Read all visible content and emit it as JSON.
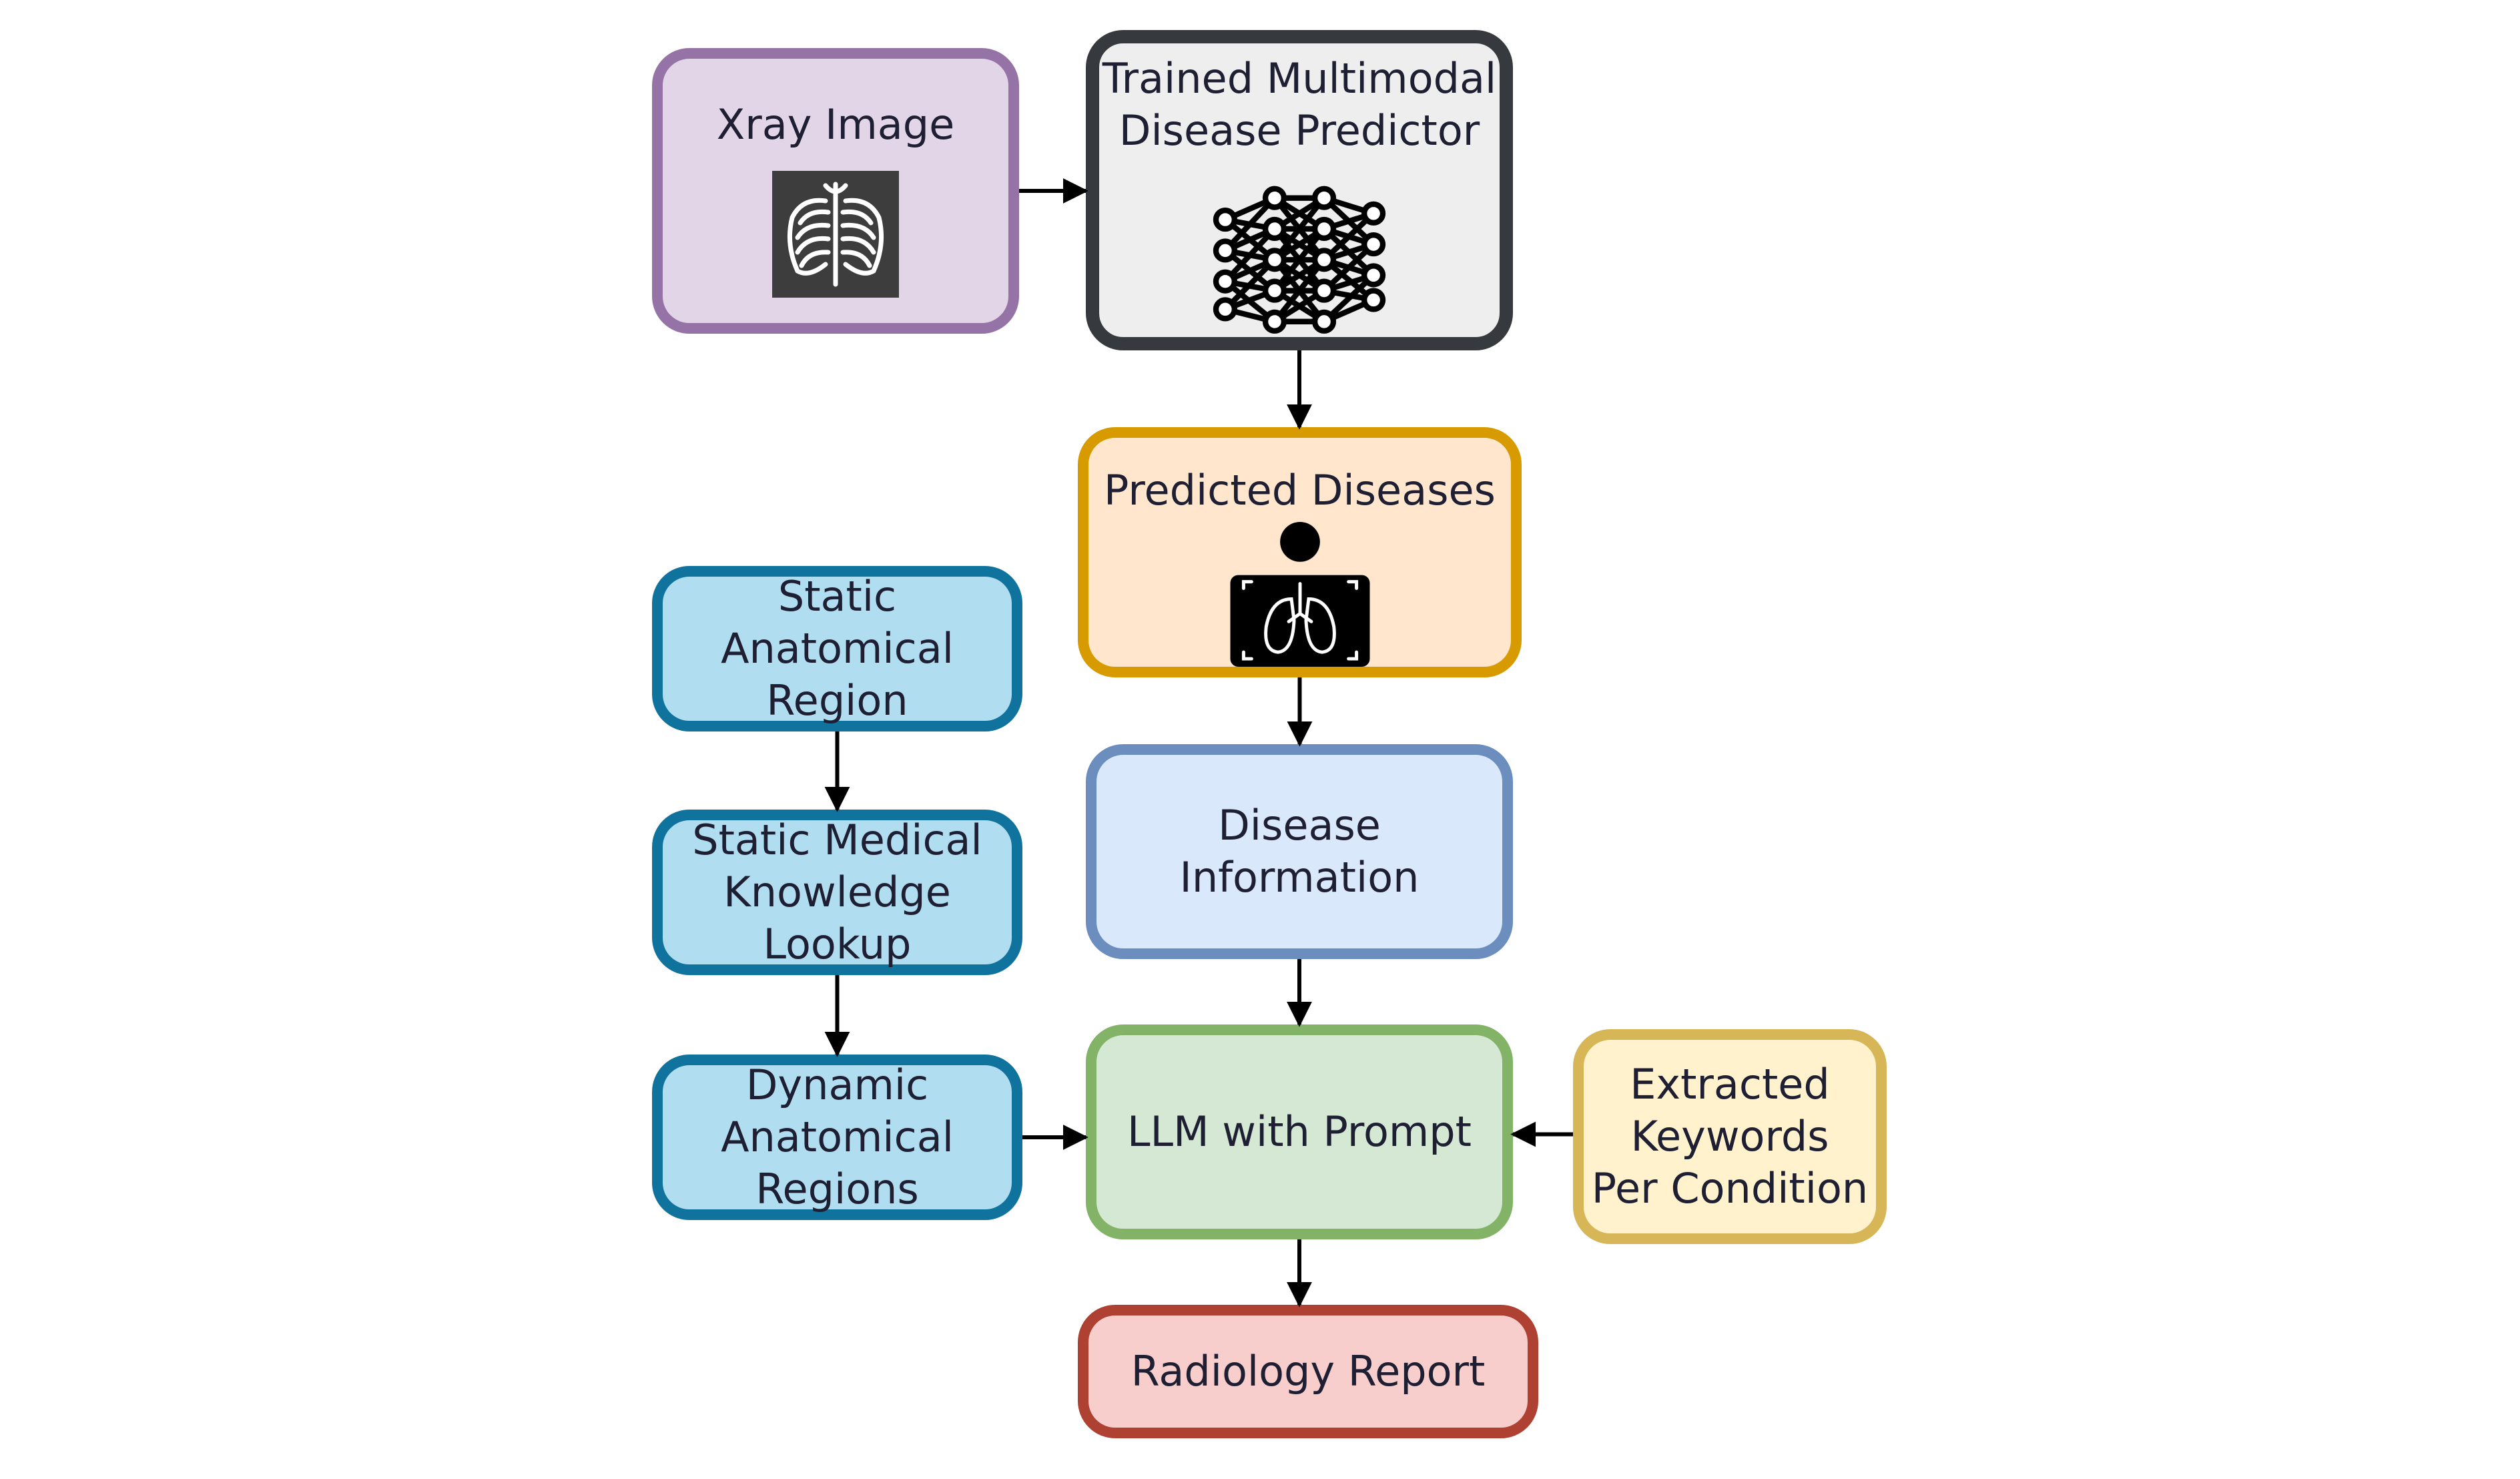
{
  "nodes": {
    "xray": {
      "label": "Xray Image",
      "icon": "chest-xray-icon",
      "fill": "#e1d5e7",
      "stroke": "#9673a6"
    },
    "predictor": {
      "label": "Trained Multimodal\nDisease Predictor",
      "icon": "neural-network-icon",
      "fill": "#eeeeee",
      "stroke": "#36393d"
    },
    "predicted": {
      "label": "Predicted Diseases",
      "icon": "patient-lung-xray-icon",
      "fill": "#ffe6cc",
      "stroke": "#d79b00"
    },
    "static_region": {
      "label": "Static Anatomical\nRegion",
      "fill": "#b1ddf0",
      "stroke": "#10739e"
    },
    "disease_info": {
      "label": "Disease Information",
      "fill": "#dae8fc",
      "stroke": "#6c8ebf"
    },
    "static_knowledge": {
      "label": "Static Medical\nKnowledge Lookup",
      "fill": "#b1ddf0",
      "stroke": "#10739e"
    },
    "dynamic_regions": {
      "label": "Dynamic\nAnatomical\nRegions",
      "fill": "#b1ddf0",
      "stroke": "#10739e"
    },
    "llm": {
      "label": "LLM with Prompt",
      "fill": "#d5e8d4",
      "stroke": "#82b366"
    },
    "keywords": {
      "label": "Extracted\nKeywords\nPer Condition",
      "fill": "#fff2cc",
      "stroke": "#d6b656"
    },
    "report": {
      "label": "Radiology Report",
      "fill": "#f8cecc",
      "stroke": "#ae4132"
    }
  },
  "edges": [
    {
      "from": "xray",
      "to": "predictor"
    },
    {
      "from": "predictor",
      "to": "predicted"
    },
    {
      "from": "predicted",
      "to": "disease_info"
    },
    {
      "from": "static_region",
      "to": "static_knowledge"
    },
    {
      "from": "static_knowledge",
      "to": "dynamic_regions"
    },
    {
      "from": "disease_info",
      "to": "llm"
    },
    {
      "from": "dynamic_regions",
      "to": "llm"
    },
    {
      "from": "keywords",
      "to": "llm"
    },
    {
      "from": "llm",
      "to": "report"
    }
  ]
}
